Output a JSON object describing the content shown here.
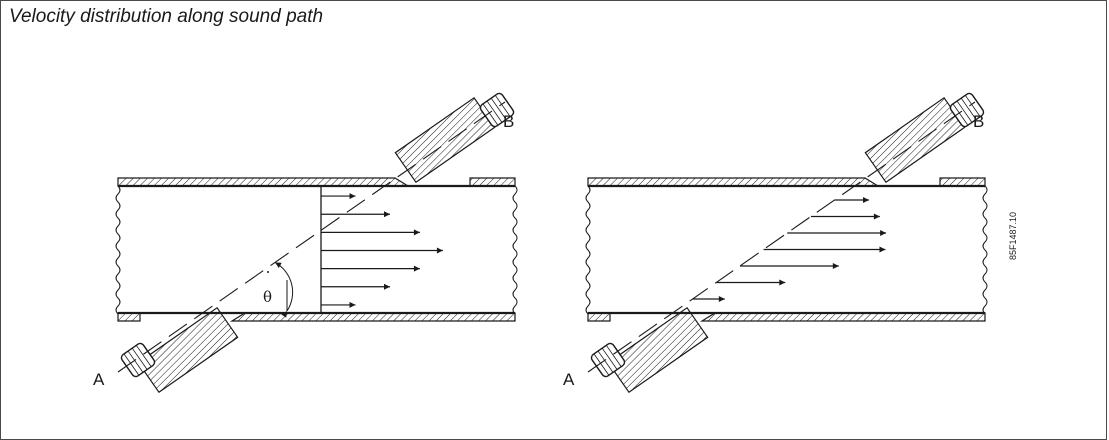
{
  "title": "Velocity distribution along sound path",
  "diagrams": [
    {
      "id": "profile",
      "label_a": "A",
      "label_b": "B",
      "angle_label": "θ",
      "profile_arrows": [
        0.15,
        0.3,
        0.43,
        0.53,
        0.43,
        0.3,
        0.15
      ]
    },
    {
      "id": "along-path",
      "label_a": "A",
      "label_b": "B",
      "path_arrows": [
        0.14,
        0.3,
        0.43,
        0.53,
        0.43,
        0.3,
        0.15
      ]
    }
  ],
  "figure_code": "85F1487.10",
  "colors": {
    "line": "#1a1a1a",
    "background": "#ffffff"
  }
}
